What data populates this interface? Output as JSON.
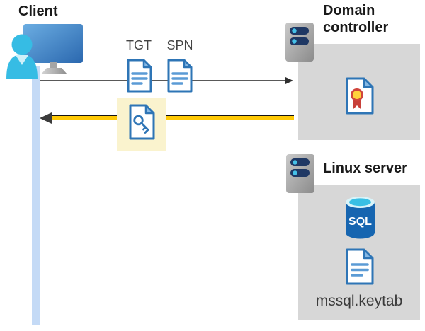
{
  "client": {
    "label": "Client"
  },
  "flow": {
    "tgt_label": "TGT",
    "spn_label": "SPN",
    "request_direction": "client-to-domain-controller",
    "response_direction": "domain-controller-to-client"
  },
  "domain_controller": {
    "label": "Domain controller"
  },
  "linux_server": {
    "label": "Linux server",
    "sql_text": "SQL",
    "keytab_label": "mssql.keytab"
  },
  "icons": {
    "client": "user-workstation-icon",
    "domain_controller": "server-icon",
    "linux_server": "server-icon",
    "tgt": "document-icon",
    "spn": "document-icon",
    "session_ticket": "key-document-icon",
    "certificate": "certificate-icon",
    "database": "sql-database-icon",
    "keytab": "document-icon"
  },
  "colors": {
    "doc_blue": "#2e75b6",
    "doc_line_blue": "#5b9bd5",
    "person_cyan": "#36bce4",
    "arrow_gray": "#595959",
    "arrow_yellow": "#ffc905",
    "highlight_yellow": "#faf3ce",
    "panel_gray": "#d7d7d7",
    "server_navy": "#1f3864",
    "server_led_cyan": "#45c1e8",
    "sql_blue": "#1665b0",
    "sql_top_cyan": "#38bfe4",
    "cert_red": "#c8403a",
    "cert_gold": "#ffd23b",
    "timeline_blue": "#c4daf6"
  }
}
